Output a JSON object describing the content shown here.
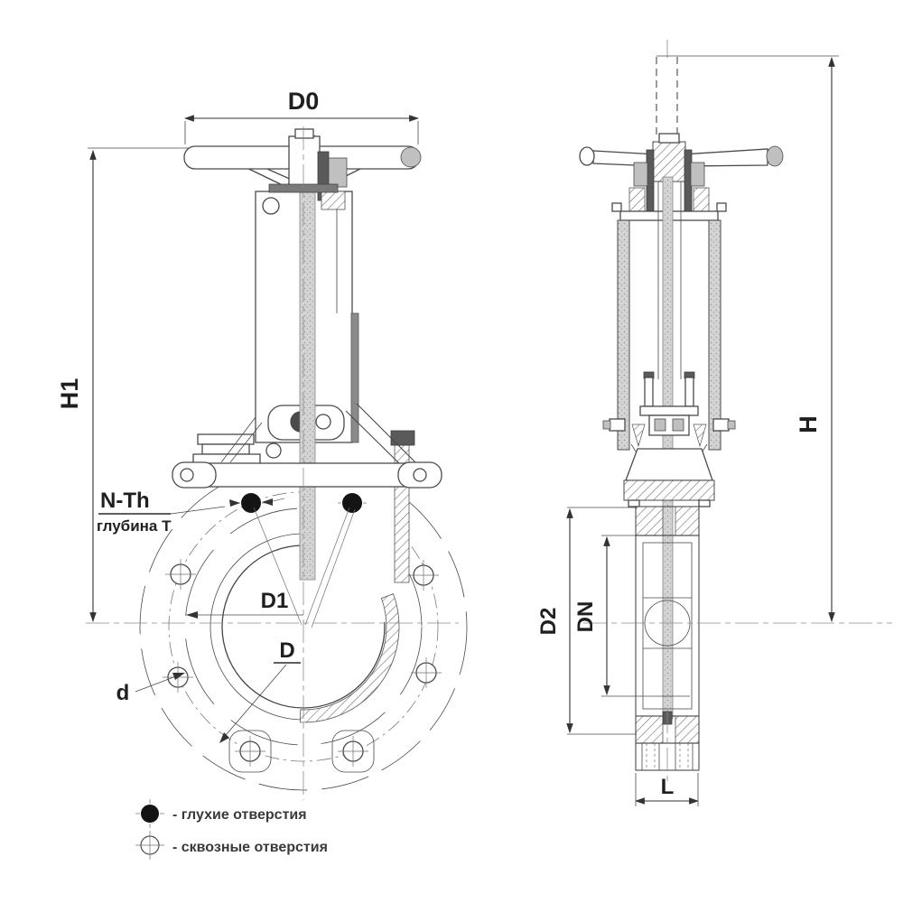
{
  "drawing": {
    "labels": {
      "d0": "D0",
      "h1": "H1",
      "n_th": "N-Th",
      "depth_t": "глубина T",
      "d1": "D1",
      "d_big": "D",
      "d_small": "d",
      "h": "H",
      "d2": "D2",
      "dn": "DN",
      "l": "L"
    },
    "legend": {
      "blind": "- глухие отверстия",
      "through": "- сквозные отверстия"
    },
    "colors": {
      "line": "#4a4a4a",
      "dim": "#333333",
      "text": "#1f1f1f",
      "fill_light": "#c0c0c0",
      "fill_dark": "#5a5a5a",
      "dot": "#141414",
      "background": "#ffffff"
    }
  }
}
